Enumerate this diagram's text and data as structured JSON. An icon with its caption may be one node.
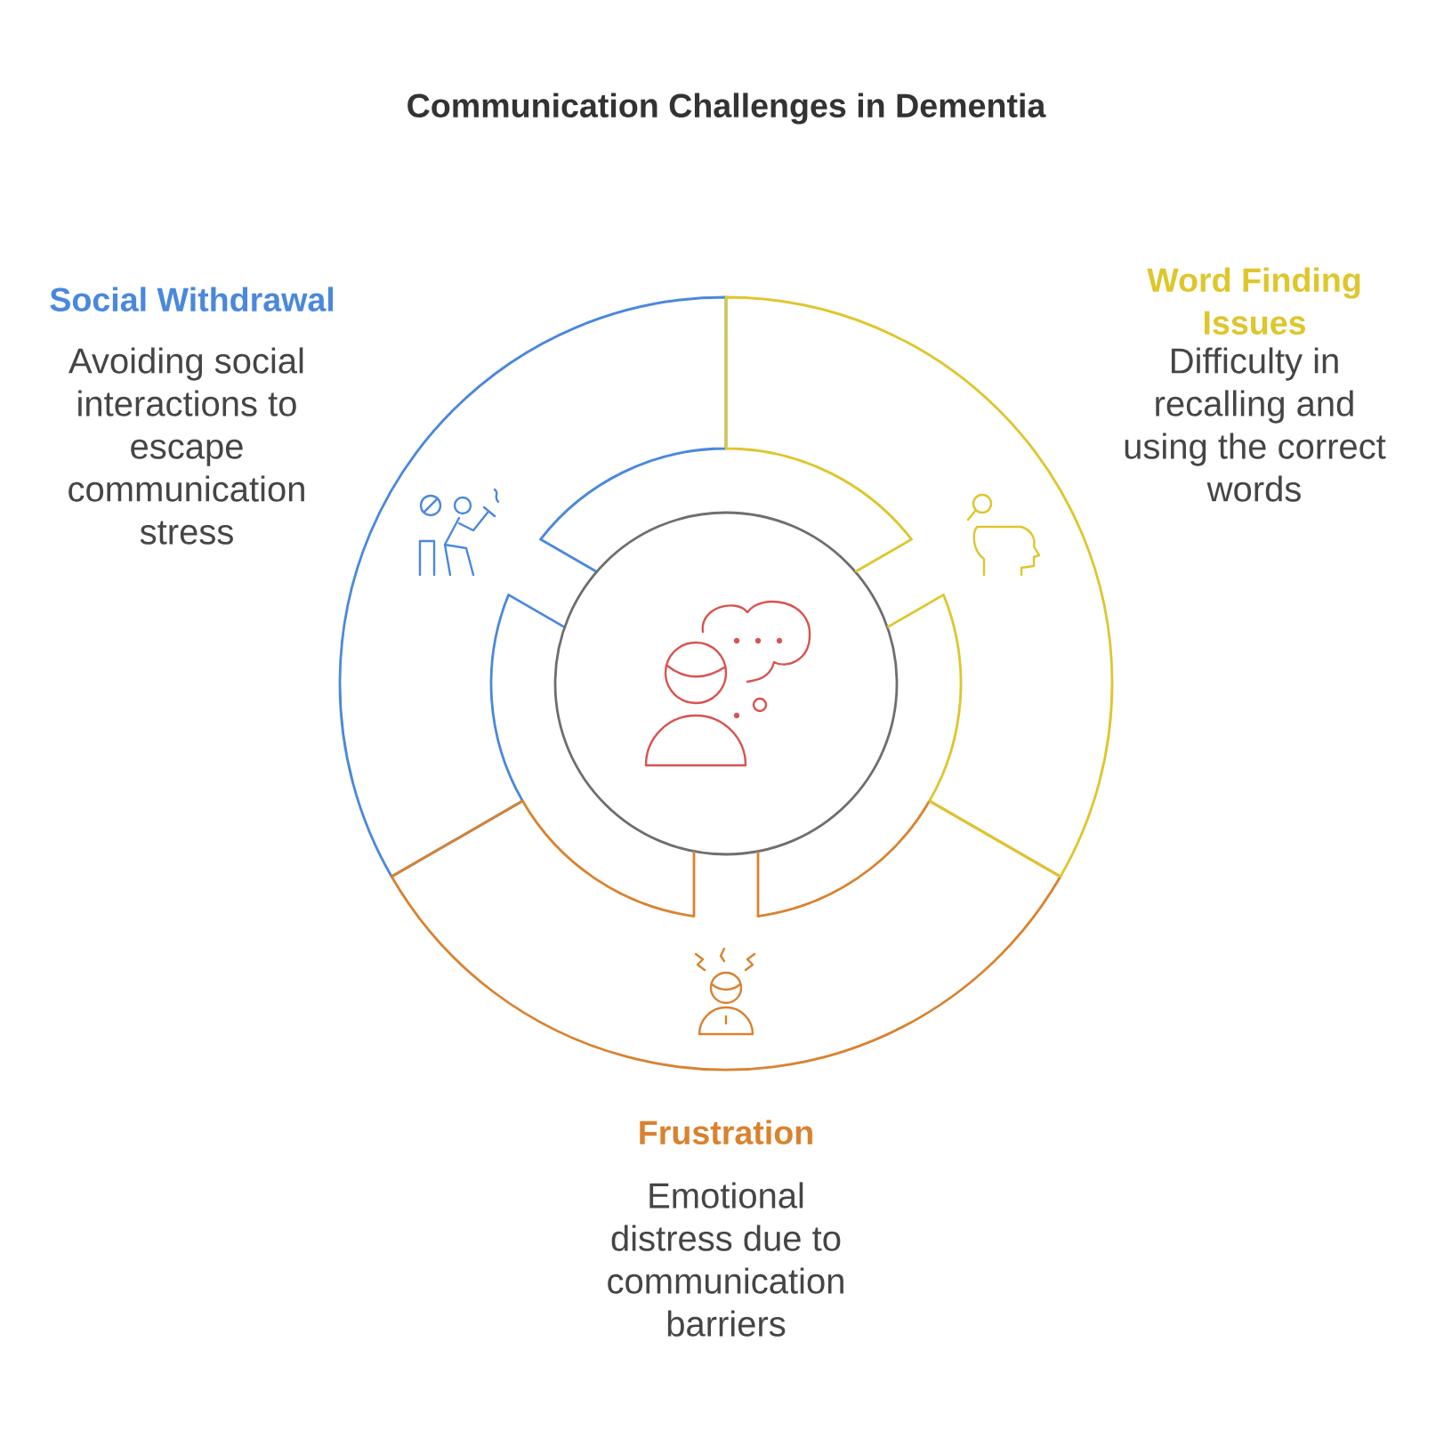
{
  "diagram": {
    "title": "Communication Challenges in Dementia",
    "nodes": [
      {
        "text": [
          "Social Withdrawal",
          "Avoiding social interactions to escape communication stress"
        ]
      },
      {
        "text": [
          "Word Finding Issues",
          "Difficulty in recalling and using the correct words"
        ]
      },
      {
        "text": [],
        "shape": "circle"
      },
      {
        "text": [
          "Frustration",
          "Emotional distress due to communication barriers"
        ]
      }
    ]
  }
}
